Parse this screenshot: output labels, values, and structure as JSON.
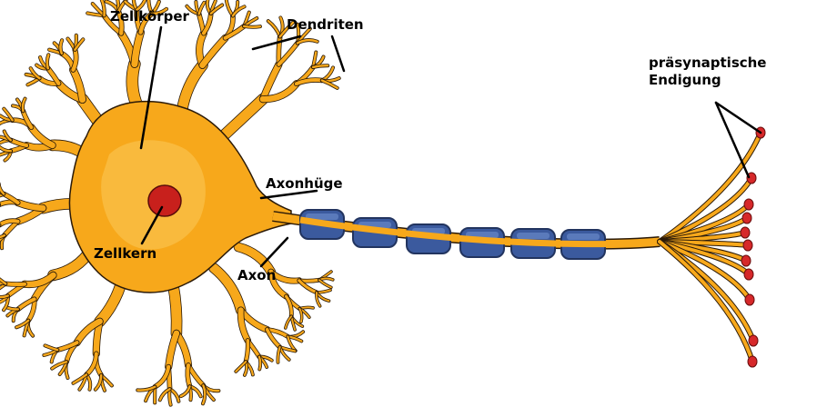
{
  "colors": {
    "cytoplasm": "#f7a81b",
    "cytoplasm_dark": "#d97a05",
    "cytoplasm_light": "#fbc85a",
    "nucleus": "#c8201c",
    "myelin": "#3b5a9e",
    "myelin_dark": "#22345f",
    "terminal": "#d6282a",
    "outline": "#2b1a08",
    "pointer": "#000000"
  },
  "labels": {
    "cell_body": "Zellkörper",
    "dendrites": "Dendriten",
    "presynaptic_line1": "präsynaptische",
    "presynaptic_line2": "Endigung",
    "axon_hillock": "Axonhüge",
    "nucleus": "Zellkern",
    "axon": "Axon"
  },
  "icons": {
    "cell_body": "neuron-soma",
    "nucleus": "cell-nucleus",
    "myelin": "myelin-sheath-segment",
    "terminal": "synaptic-terminal"
  },
  "myelin_segment_count": 6,
  "terminal_count": 11
}
